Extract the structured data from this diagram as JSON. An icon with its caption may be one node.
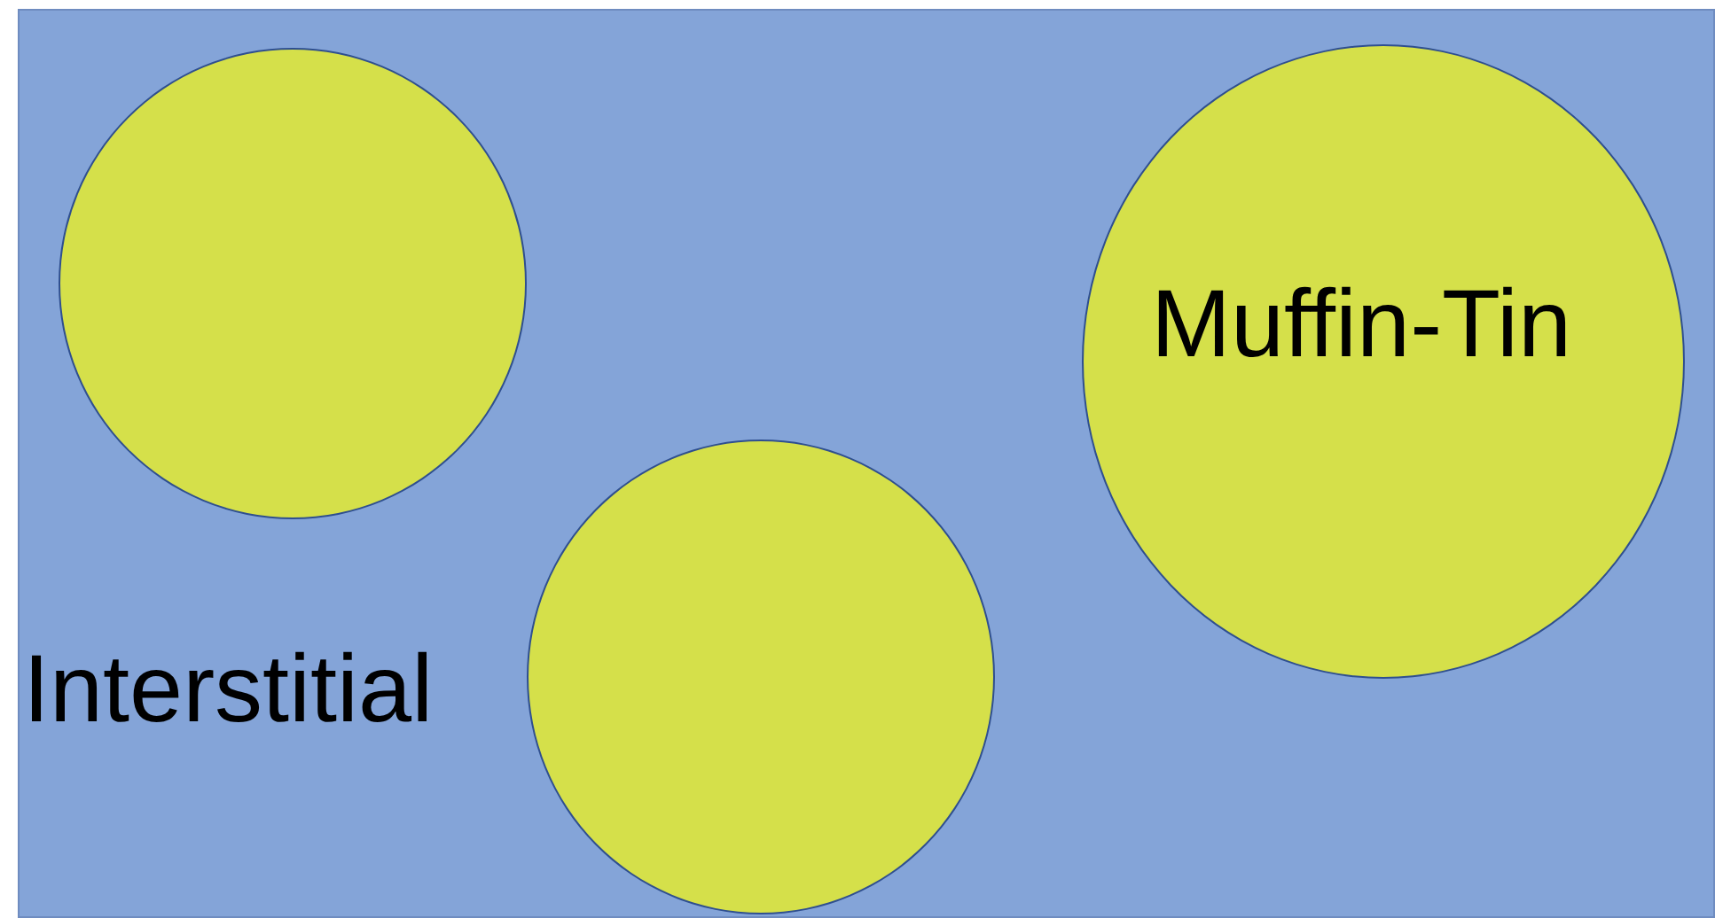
{
  "diagram": {
    "nodes": [
      {
        "text": [
          "Interstitial"
        ]
      },
      {
        "text": [],
        "shape": "circle",
        "in": 0
      },
      {
        "text": [],
        "shape": "circle",
        "in": 0
      },
      {
        "text": [
          "Muffin-Tin"
        ],
        "in": 0
      }
    ]
  }
}
